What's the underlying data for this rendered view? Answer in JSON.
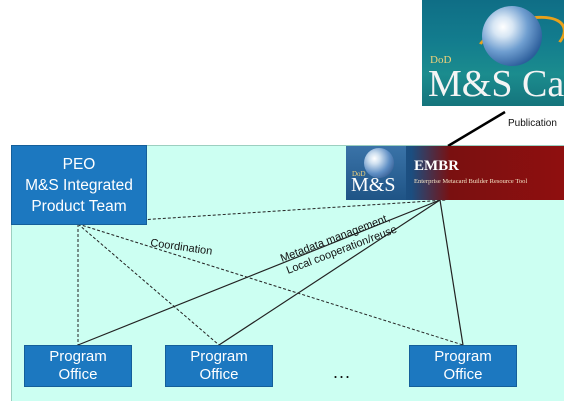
{
  "peo": {
    "line1": "PEO",
    "line2": "M&S Integrated",
    "line3": "Product Team"
  },
  "offices": [
    {
      "line1": "Program",
      "line2": "Office"
    },
    {
      "line1": "Program",
      "line2": "Office"
    },
    {
      "line1": "Program",
      "line2": "Office"
    }
  ],
  "ellipsis": "...",
  "catalog_logo": {
    "dod": "DoD",
    "text": "M&S Cat"
  },
  "publication_label": "Publication",
  "embr_logo": {
    "dod": "DoD",
    "ms": "M&S",
    "title": "EMBR",
    "subtitle": "Enterprise Metacard Builder Resource Tool"
  },
  "labels": {
    "coordination": "Coordination",
    "metadata_line1": "Metadata management,",
    "metadata_line2": "Local cooperation/reuse"
  },
  "colors": {
    "panel": "#ccfff2",
    "box": "#1c78c0",
    "box_text": "#ffffff"
  }
}
